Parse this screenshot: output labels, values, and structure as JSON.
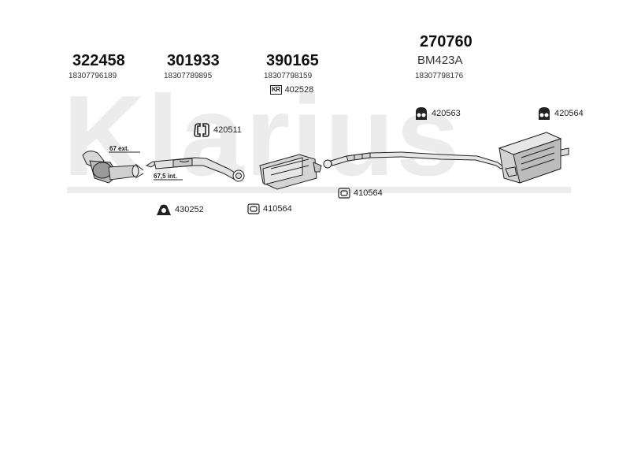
{
  "watermark": "Klarius",
  "parts": [
    {
      "number": "322458",
      "oe": "18307796189"
    },
    {
      "number": "301933",
      "oe": "18307789895"
    },
    {
      "number": "390165",
      "oe": "18307798159"
    },
    {
      "number": "270760",
      "sub": "BM423A",
      "oe": "18307798176"
    }
  ],
  "accessories": [
    {
      "code": "402528",
      "icon": "kit-badge-icon",
      "badge": "KR"
    },
    {
      "code": "420511",
      "icon": "hanger-icon"
    },
    {
      "code": "420563",
      "icon": "rubber-mount-icon"
    },
    {
      "code": "420564",
      "icon": "rubber-mount-icon"
    },
    {
      "code": "410564",
      "icon": "clamp-icon"
    },
    {
      "code": "430252",
      "icon": "rubber-mount-icon"
    },
    {
      "code": "410564",
      "icon": "clamp-icon"
    }
  ],
  "dimensions": {
    "ext": "67 ext.",
    "int": "67,5 int."
  }
}
